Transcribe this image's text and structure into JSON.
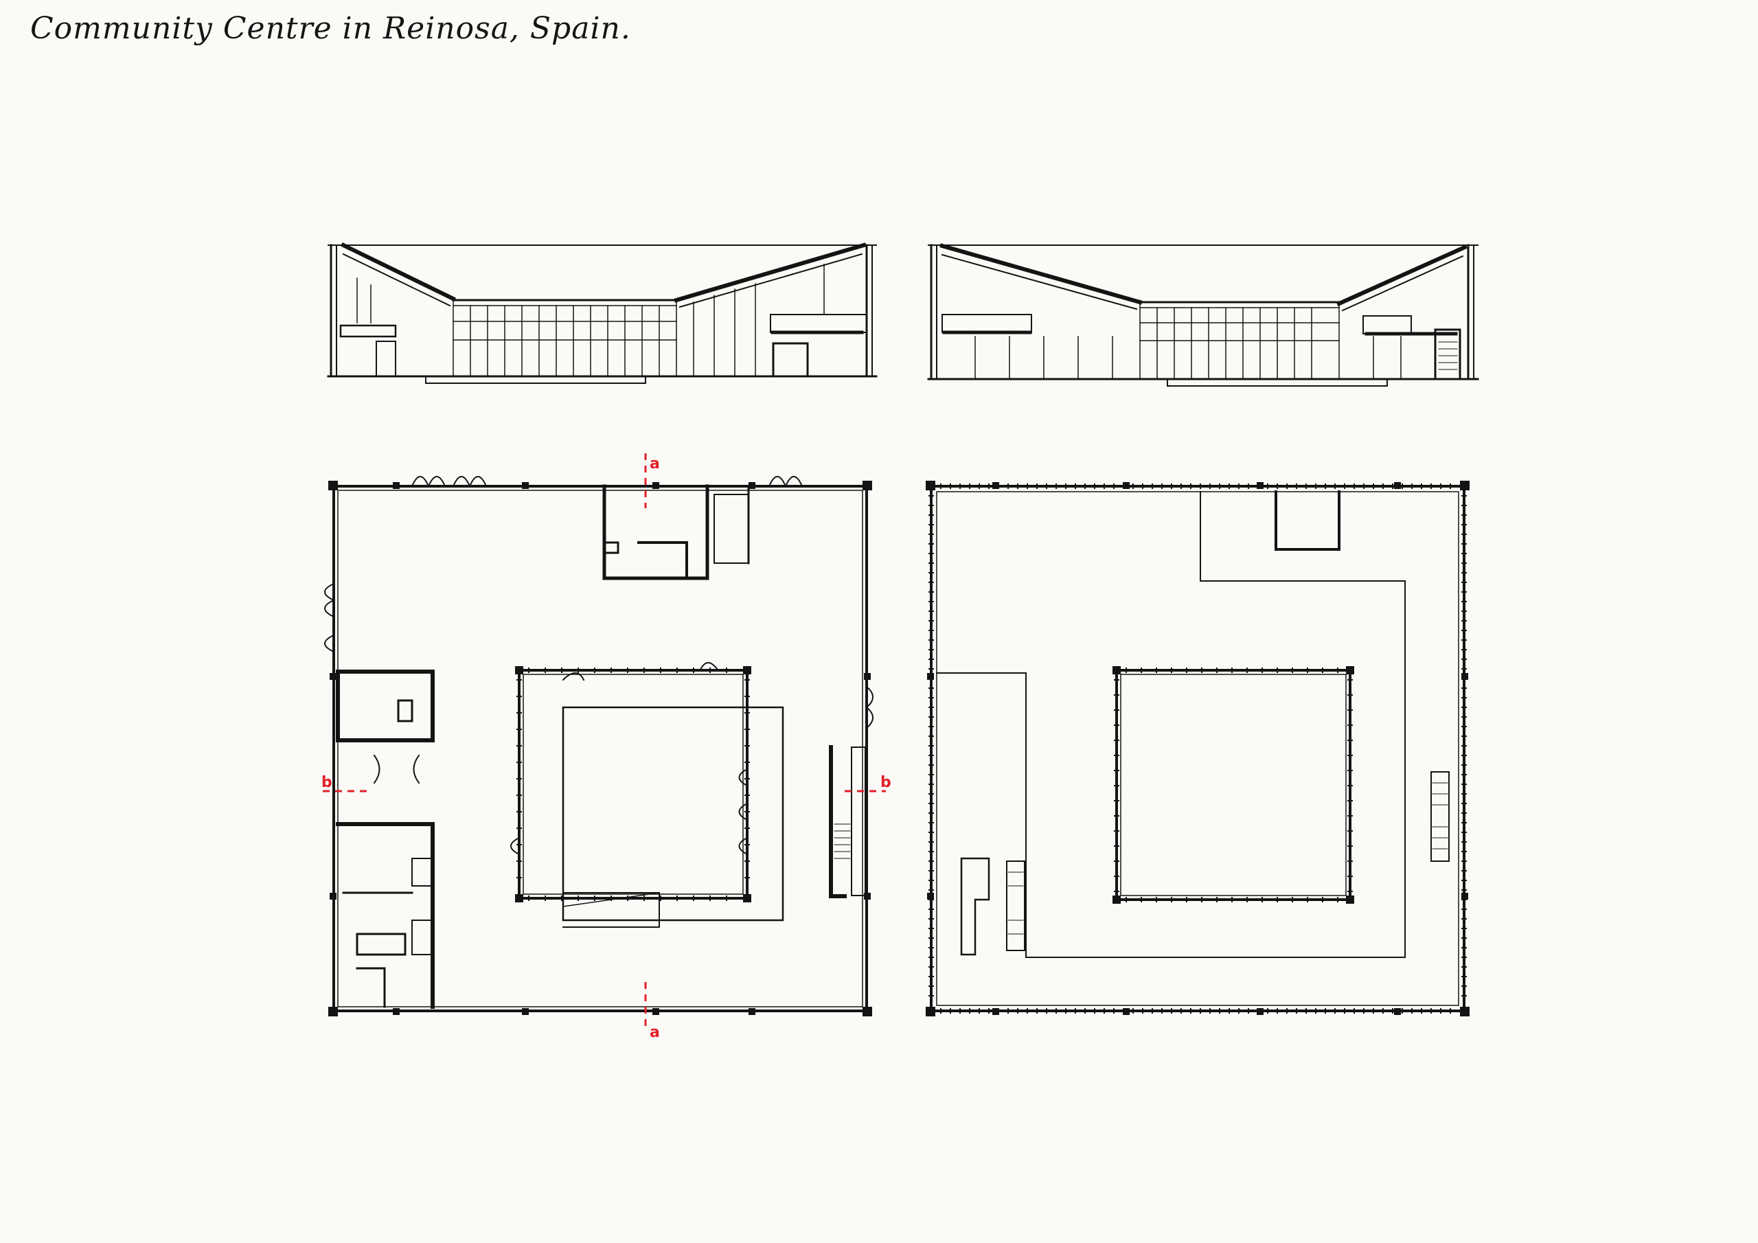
{
  "title": "Community Centre in Reinosa, Spain.",
  "section_markers": {
    "a_top": "a",
    "a_bottom": "a",
    "b_left": "b",
    "b_right": "b"
  },
  "colors": {
    "ink": "#141414",
    "red": "#e2202a",
    "paper": "#fbfaf6"
  }
}
